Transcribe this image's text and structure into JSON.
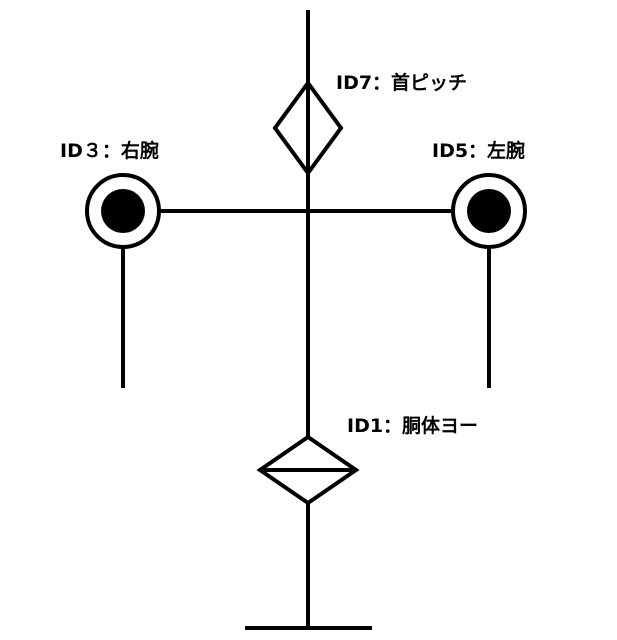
{
  "labels": {
    "neck_pitch": "ID7：首ピッチ",
    "right_arm": "ID３：右腕",
    "left_arm": "ID5：左腕",
    "torso_yaw": "ID1：胴体ヨー"
  },
  "colors": {
    "stroke": "#000000",
    "background": "#ffffff"
  }
}
